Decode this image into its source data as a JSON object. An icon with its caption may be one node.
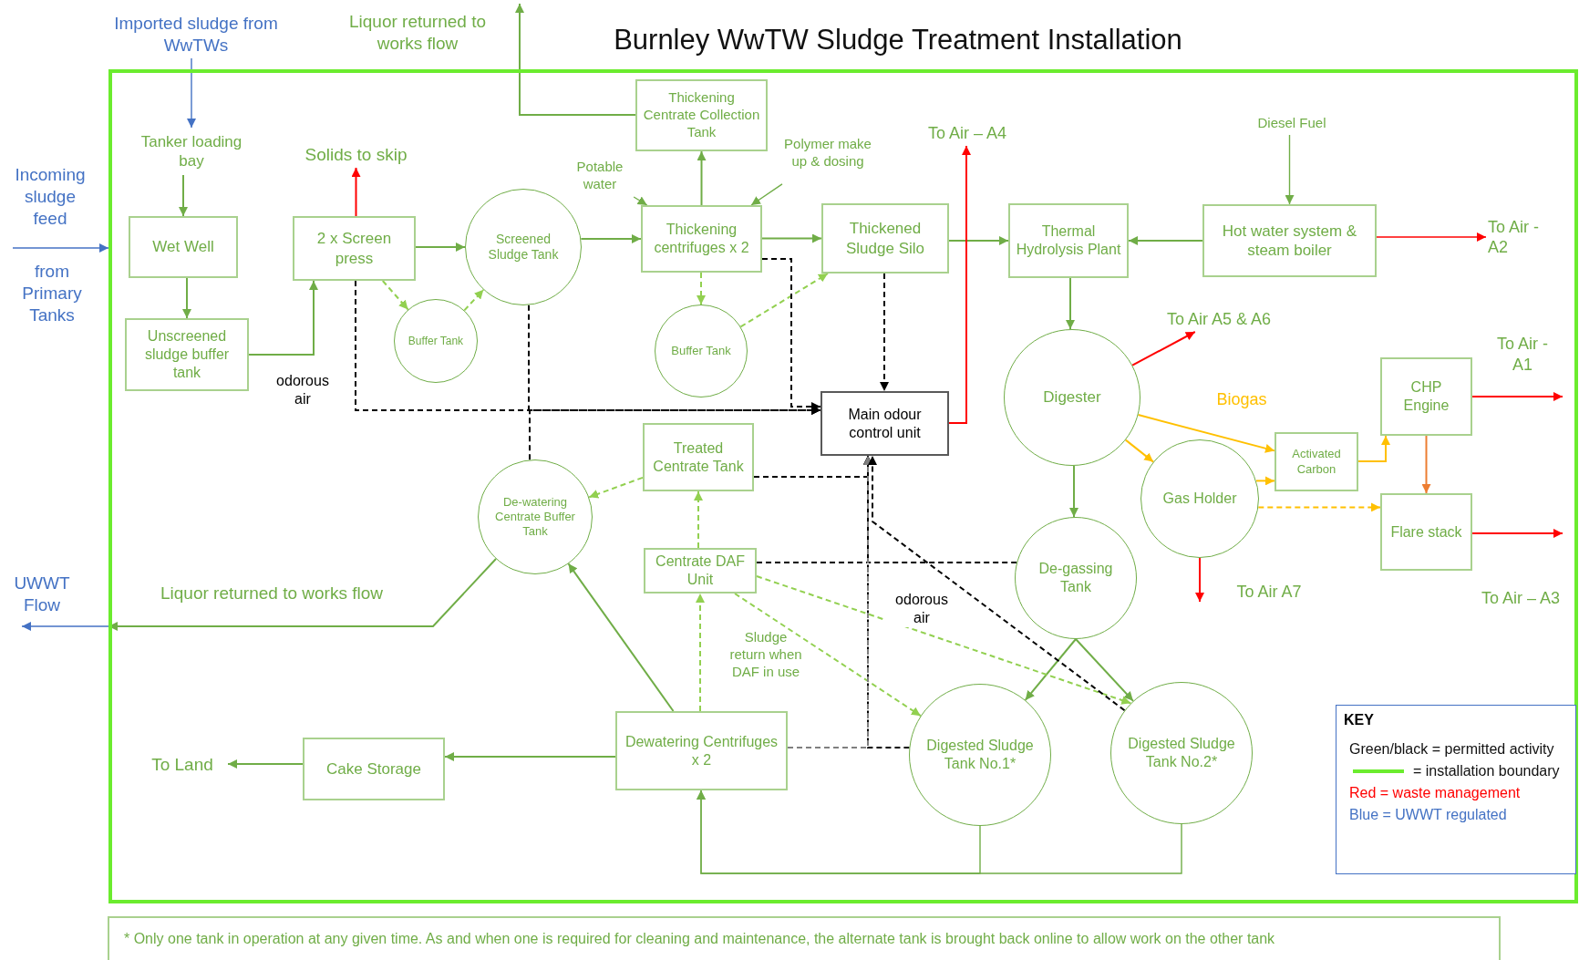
{
  "diagram": {
    "title": "Burnley WwTW Sludge Treatment Installation",
    "caption": "* Only one tank in operation at any given time. As and when one is required for cleaning and maintenance, the alternate tank is brought back online to allow work on the other tank",
    "nodes": [
      {
        "text": [],
        "shape": "box"
      },
      {
        "text": [
          "Imported sludge from WwTWs"
        ]
      },
      {
        "text": [
          "Tanker loading bay"
        ],
        "in": 0
      },
      {
        "text": [
          "Wet Well"
        ],
        "in": 0
      },
      {
        "text": [
          "Unscreened sludge buffer tank"
        ],
        "in": 0
      },
      {
        "text": [
          "Solids to skip"
        ],
        "in": 0
      },
      {
        "text": [
          "2 x Screen press"
        ],
        "in": 0
      },
      {
        "text": [
          "Buffer Tank"
        ],
        "in": 0
      },
      {
        "text": [
          "Screened Sludge Tank"
        ],
        "in": 0
      },
      {
        "text": [
          "Potable water"
        ],
        "in": 0
      },
      {
        "text": [
          "Thickening Centrate Collection Tank"
        ],
        "in": 0
      },
      {
        "text": [
          "Polymer make up & dosing"
        ],
        "in": 0
      },
      {
        "text": [
          "Thickening centrifuges x 2"
        ],
        "in": 0
      },
      {
        "text": [
          "Buffer Tank"
        ],
        "in": 0
      },
      {
        "text": [
          "Thickened Sludge Silo"
        ],
        "in": 0
      },
      {
        "text": [
          "To Air – A4"
        ],
        "in": 0
      },
      {
        "text": [
          "Main odour control unit"
        ],
        "in": 0
      },
      {
        "text": [
          "Thermal Hydrolysis Plant"
        ],
        "in": 0
      },
      {
        "text": [
          "Diesel Fuel"
        ],
        "in": 0
      },
      {
        "text": [
          "Hot water system & steam boiler"
        ],
        "in": 0
      },
      {
        "text": [
          "To Air - A2"
        ],
        "in": 0
      },
      {
        "text": [
          "Digester"
        ],
        "in": 0
      },
      {
        "text": [
          "To Air A5 & A6"
        ],
        "in": 0
      },
      {
        "text": [
          "CHP Engine"
        ],
        "in": 0
      },
      {
        "text": [
          "Activated Carbon"
        ],
        "in": 0
      },
      {
        "text": [
          "Gas Holder"
        ],
        "in": 0
      },
      {
        "text": [
          "Flare stack"
        ],
        "in": 0
      },
      {
        "text": [
          "Treated Centrate Tank"
        ],
        "in": 0
      },
      {
        "text": [
          "De-watering Centrate Buffer Tank"
        ],
        "in": 0
      },
      {
        "text": [
          "Centrate DAF Unit"
        ],
        "in": 0
      },
      {
        "text": [
          "De-gassing Tank"
        ],
        "in": 0
      },
      {
        "text": [
          "Dewatering Centrifuges x 2"
        ],
        "in": 0
      },
      {
        "text": [
          "Cake Storage"
        ],
        "in": 0
      },
      {
        "text": [
          "To Land"
        ],
        "in": 0
      },
      {
        "text": [
          "Digested Sludge Tank No.1*"
        ],
        "in": 0
      },
      {
        "text": [
          "Digested Sludge Tank No.2*"
        ],
        "in": 0
      }
    ],
    "edges": [
      {
        "from": 1,
        "to": 2,
        "arrow": "to",
        "color": "#4472c4"
      },
      {
        "from": 2,
        "to": 3,
        "arrow": "to"
      },
      {
        "from": 3,
        "to": 4,
        "arrow": "to"
      },
      {
        "from": 4,
        "to": 6,
        "arrow": "to"
      },
      {
        "from": 6,
        "to": 5,
        "arrow": "to",
        "color": "#ff0000"
      },
      {
        "from": 6,
        "to": 8,
        "arrow": "to"
      },
      {
        "from": 6,
        "to": 7,
        "arrow": "to",
        "style": "dashed",
        "color": "#92d050"
      },
      {
        "from": 7,
        "to": 8,
        "arrow": "to",
        "style": "dashed",
        "color": "#92d050"
      },
      {
        "from": 8,
        "to": 12,
        "arrow": "to"
      },
      {
        "from": 9,
        "to": 12,
        "arrow": "to"
      },
      {
        "from": 11,
        "to": 12,
        "arrow": "to"
      },
      {
        "from": 12,
        "to": 10,
        "arrow": "to"
      },
      {
        "from": 10,
        "to": null,
        "arrow": "to",
        "label": "Liquor returned to works flow"
      },
      {
        "from": 12,
        "to": 14,
        "arrow": "to"
      },
      {
        "from": 12,
        "to": 13,
        "arrow": "to",
        "style": "dashed",
        "color": "#92d050"
      },
      {
        "from": 13,
        "to": 14,
        "arrow": "to",
        "style": "dashed",
        "color": "#92d050"
      },
      {
        "from": 14,
        "to": 17,
        "arrow": "to"
      },
      {
        "from": 16,
        "to": 15,
        "arrow": "to",
        "color": "#ff0000"
      },
      {
        "from": 19,
        "to": 17,
        "arrow": "to"
      },
      {
        "from": 18,
        "to": 19,
        "arrow": "to"
      },
      {
        "from": 19,
        "to": 20,
        "arrow": "to",
        "color": "#ff0000"
      },
      {
        "from": 17,
        "to": 21,
        "arrow": "to"
      },
      {
        "from": 21,
        "to": 22,
        "arrow": "to",
        "color": "#ff0000"
      },
      {
        "from": 21,
        "to": 24,
        "arrow": "to",
        "color": "#ffc000"
      },
      {
        "from": 21,
        "to": 25,
        "arrow": "to",
        "color": "#ffc000"
      },
      {
        "from": 25,
        "to": 24,
        "arrow": "to",
        "color": "#ffc000"
      },
      {
        "from": 24,
        "to": 23,
        "arrow": "to",
        "color": "#ffc000"
      },
      {
        "from": 25,
        "to": 26,
        "arrow": "to",
        "style": "dashed",
        "color": "#ffc000"
      },
      {
        "from": 23,
        "to": 26,
        "arrow": "to",
        "color": "#ed7d31"
      },
      {
        "from": 23,
        "to": null,
        "arrow": "to",
        "color": "#ff0000",
        "label": "To Air - A1"
      },
      {
        "from": 26,
        "to": null,
        "arrow": "to",
        "color": "#ff0000",
        "label": "To Air – A3"
      },
      {
        "from": 25,
        "to": null,
        "arrow": "to",
        "color": "#ff0000",
        "label": "To Air A7"
      },
      {
        "from": 21,
        "to": 30,
        "arrow": "to"
      },
      {
        "from": 30,
        "to": 34,
        "arrow": "to"
      },
      {
        "from": 30,
        "to": 35,
        "arrow": "to"
      },
      {
        "from": 34,
        "to": 31,
        "arrow": "to"
      },
      {
        "from": 35,
        "to": 31,
        "arrow": "to"
      },
      {
        "from": 31,
        "to": 32,
        "arrow": "to"
      },
      {
        "from": 32,
        "to": 33,
        "arrow": "to"
      },
      {
        "from": 31,
        "to": 28,
        "arrow": "to"
      },
      {
        "from": 31,
        "to": 29,
        "arrow": "to",
        "style": "dashed",
        "color": "#92d050"
      },
      {
        "from": 29,
        "to": 27,
        "arrow": "to",
        "style": "dashed",
        "color": "#92d050"
      },
      {
        "from": 27,
        "to": 28,
        "arrow": "to",
        "style": "dashed",
        "color": "#92d050"
      },
      {
        "from": 29,
        "to": 34,
        "arrow": "to",
        "style": "dashed",
        "color": "#92d050"
      },
      {
        "from": 29,
        "to": 35,
        "arrow": "to",
        "style": "dashed",
        "color": "#92d050"
      },
      {
        "from": 28,
        "to": 0,
        "arrow": "to",
        "label": "Liquor returned to works flow"
      },
      {
        "from": null,
        "to": 0,
        "arrow": "to",
        "color": "#4472c4"
      },
      {
        "from": 0,
        "to": null,
        "arrow": "to",
        "color": "#4472c4",
        "label": "UWWT Flow"
      },
      {
        "from": 6,
        "to": 16,
        "arrow": "to",
        "style": "dashed",
        "color": "#000000"
      },
      {
        "from": 8,
        "to": 16,
        "arrow": "to",
        "style": "dashed",
        "color": "#000000"
      },
      {
        "from": 28,
        "to": 16,
        "arrow": "to",
        "style": "dashed",
        "color": "#000000"
      },
      {
        "from": 12,
        "to": 16,
        "arrow": "to",
        "style": "dashed",
        "color": "#000000"
      },
      {
        "from": 14,
        "to": 16,
        "arrow": "to",
        "style": "dashed",
        "color": "#000000"
      },
      {
        "from": 27,
        "to": 16,
        "arrow": "to",
        "style": "dashed",
        "color": "#000000"
      },
      {
        "from": 29,
        "to": 16,
        "arrow": "to",
        "style": "dashed",
        "color": "#000000"
      },
      {
        "from": 30,
        "to": 16,
        "arrow": "to",
        "style": "dashed",
        "color": "#000000"
      },
      {
        "from": 34,
        "to": 16,
        "arrow": "to",
        "style": "dashed",
        "color": "#000000"
      },
      {
        "from": 31,
        "to": 16,
        "arrow": "to",
        "style": "dashed",
        "color": "#7f7f7f"
      },
      {
        "from": 35,
        "to": 16,
        "arrow": "to",
        "style": "dashed",
        "color": "#000000"
      }
    ],
    "labels": [
      "Incoming sludge feed",
      "from Primary Tanks",
      "odorous air",
      "Biogas",
      "odorous air",
      "Sludge return when DAF in use",
      "KEY"
    ],
    "legend": [
      {
        "text": "Green/black = permitted activity"
      },
      {
        "text": "= installation boundary"
      },
      {
        "text": "Red = waste management"
      },
      {
        "text": "Blue = UWWT regulated"
      }
    ]
  }
}
